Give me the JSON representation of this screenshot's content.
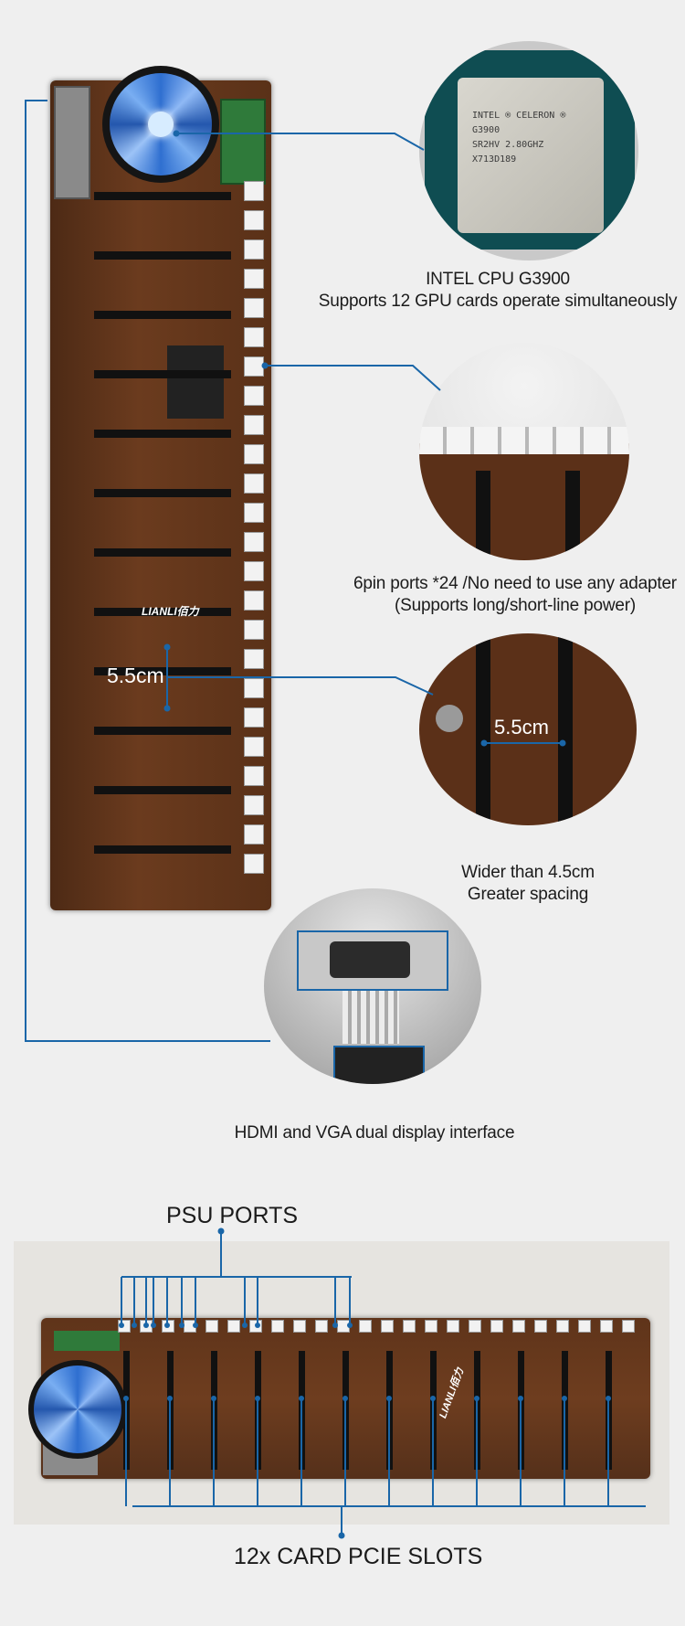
{
  "cpu": {
    "line1": "INTEL CPU G3900",
    "line2": "Supports 12 GPU cards operate simultaneously",
    "chip_brand": "INTEL",
    "chip_series": "CELERON",
    "chip_model": "G3900",
    "chip_spec": "SR2HV 2.80GHZ",
    "chip_code": "X713D189"
  },
  "power": {
    "line1": "6pin ports *24 /No need to use any adapter",
    "line2": "(Supports long/short-line power)"
  },
  "spacing": {
    "measure": "5.5cm",
    "line1": "Wider than 4.5cm",
    "line2": "Greater spacing"
  },
  "display": {
    "line1": "HDMI and VGA dual display interface"
  },
  "board": {
    "brand": "LIANLI",
    "brand_cn": "佰力"
  },
  "bottom": {
    "psu_label": "PSU PORTS",
    "slots_label": "12x CARD PCIE SLOTS"
  },
  "colors": {
    "accent": "#1a66a8",
    "pcb": "#5a3118",
    "background": "#efefef"
  }
}
